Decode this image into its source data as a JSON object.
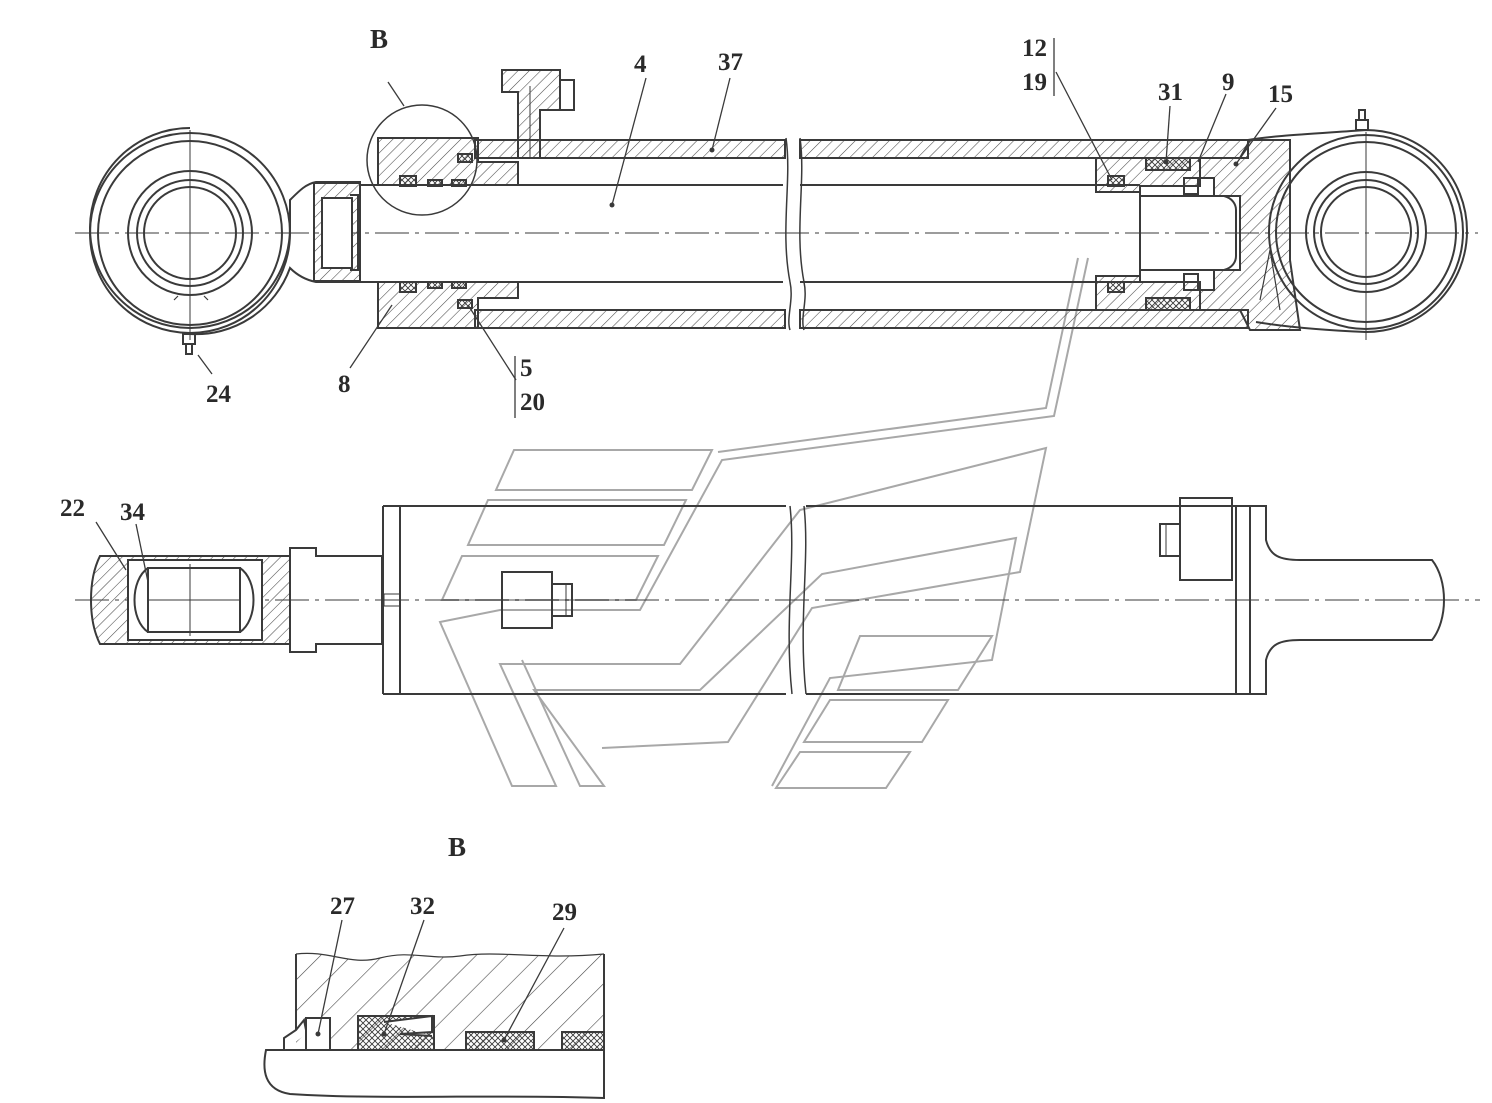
{
  "drawing": {
    "view_labels": {
      "detail_callout": "B",
      "detail_title": "B"
    },
    "callouts_main": {
      "c4": "4",
      "c37": "37",
      "c12": "12",
      "c19": "19",
      "c31": "31",
      "c9": "9",
      "c15": "15",
      "c24": "24",
      "c8": "8",
      "c5": "5",
      "c20": "20"
    },
    "callouts_side": {
      "c22": "22",
      "c34": "34"
    },
    "callouts_detail": {
      "c27": "27",
      "c32": "32",
      "c29": "29"
    },
    "colors": {
      "line": "#3a3a3a",
      "hatch": "#4a4a4a",
      "watermark": "#8c8c8c"
    }
  }
}
